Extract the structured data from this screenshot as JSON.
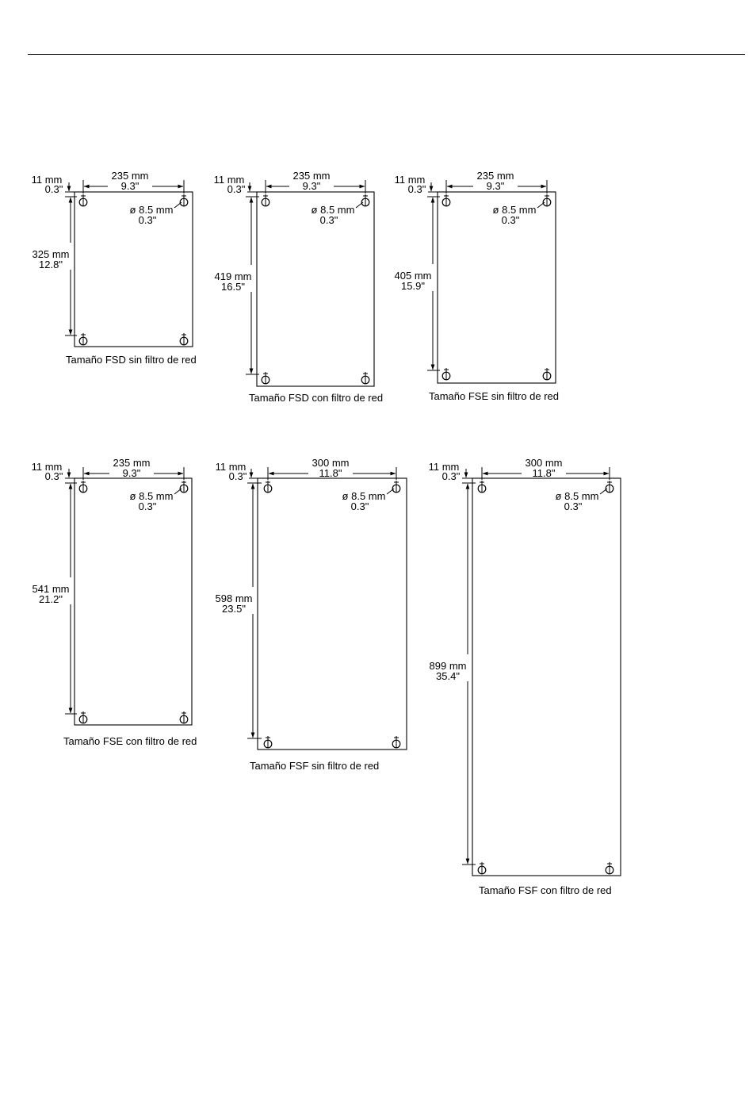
{
  "colors": {
    "ink": "#000000",
    "paper": "#ffffff"
  },
  "drawings": [
    {
      "caption": "Tamaño FSD sin filtro de red",
      "width_mm": "235 mm",
      "width_in": "9.3\"",
      "offset_mm": "11 mm",
      "offset_in": "0.3\"",
      "height_mm": "325 mm",
      "height_in": "12.8\"",
      "hole_mm": "ø 8.5 mm",
      "hole_in": "0.3\""
    },
    {
      "caption": "Tamaño FSD con filtro de red",
      "width_mm": "235 mm",
      "width_in": "9.3\"",
      "offset_mm": "11 mm",
      "offset_in": "0.3\"",
      "height_mm": "419 mm",
      "height_in": "16.5\"",
      "hole_mm": "ø 8.5 mm",
      "hole_in": "0.3\""
    },
    {
      "caption": "Tamaño FSE sin filtro de red",
      "width_mm": "235 mm",
      "width_in": "9.3\"",
      "offset_mm": "11 mm",
      "offset_in": "0.3\"",
      "height_mm": "405 mm",
      "height_in": "15.9\"",
      "hole_mm": "ø 8.5 mm",
      "hole_in": "0.3\""
    },
    {
      "caption": "Tamaño FSE con filtro de red",
      "width_mm": "235 mm",
      "width_in": "9.3\"",
      "offset_mm": "11 mm",
      "offset_in": "0.3\"",
      "height_mm": "541 mm",
      "height_in": "21.2\"",
      "hole_mm": "ø 8.5 mm",
      "hole_in": "0.3\""
    },
    {
      "caption": "Tamaño FSF sin filtro de red",
      "width_mm": "300 mm",
      "width_in": "11.8\"",
      "offset_mm": "11 mm",
      "offset_in": "0.3\"",
      "height_mm": "598 mm",
      "height_in": "23.5\"",
      "hole_mm": "ø 8.5 mm",
      "hole_in": "0.3\""
    },
    {
      "caption": "Tamaño FSF con filtro de red",
      "width_mm": "300 mm",
      "width_in": "11.8\"",
      "offset_mm": "11 mm",
      "offset_in": "0.3\"",
      "height_mm": "899 mm",
      "height_in": "35.4\"",
      "hole_mm": "ø 8.5 mm",
      "hole_in": "0.3\""
    }
  ]
}
